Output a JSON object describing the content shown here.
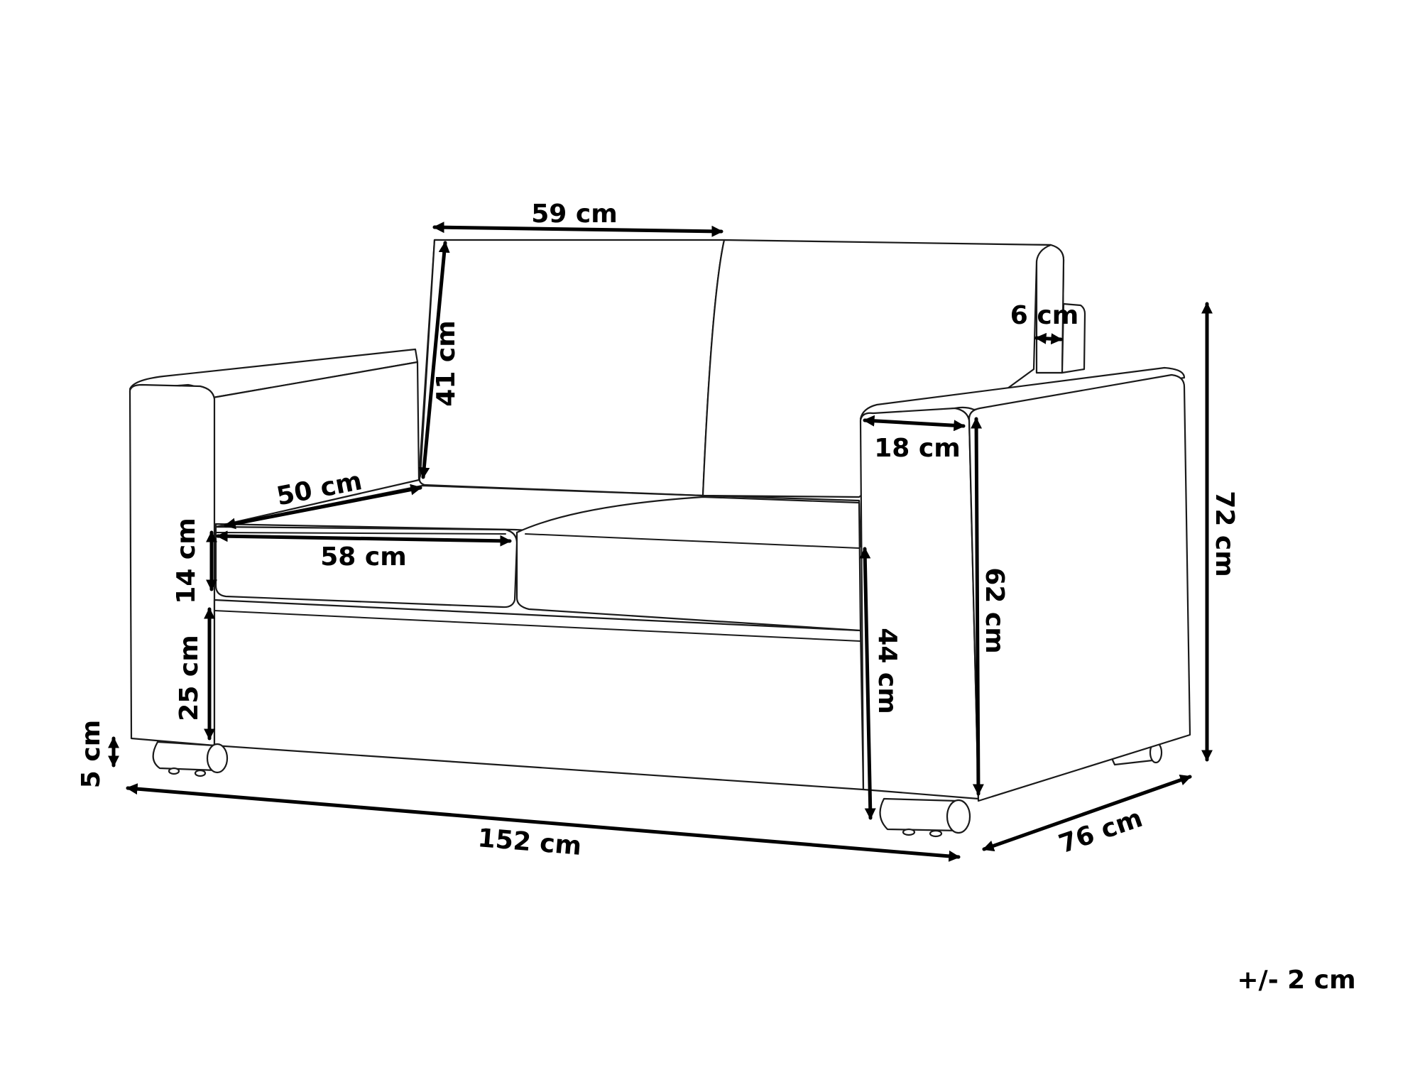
{
  "colors": {
    "line": "#1a1a1a",
    "dimension": "#000000",
    "background": "#ffffff"
  },
  "dimensions": {
    "backrest_width": "59 cm",
    "backrest_height": "41 cm",
    "backrest_depth": "6 cm",
    "seat_depth": "50 cm",
    "cushion_height": "14 cm",
    "cushion_width": "58 cm",
    "armrest_width": "18 cm",
    "armrest_height": "62 cm",
    "seat_height": "44 cm",
    "base_height": "25 cm",
    "leg_height": "5 cm",
    "total_width": "152 cm",
    "total_depth": "76 cm",
    "total_height": "72 cm"
  },
  "tolerance": "+/- 2 cm"
}
